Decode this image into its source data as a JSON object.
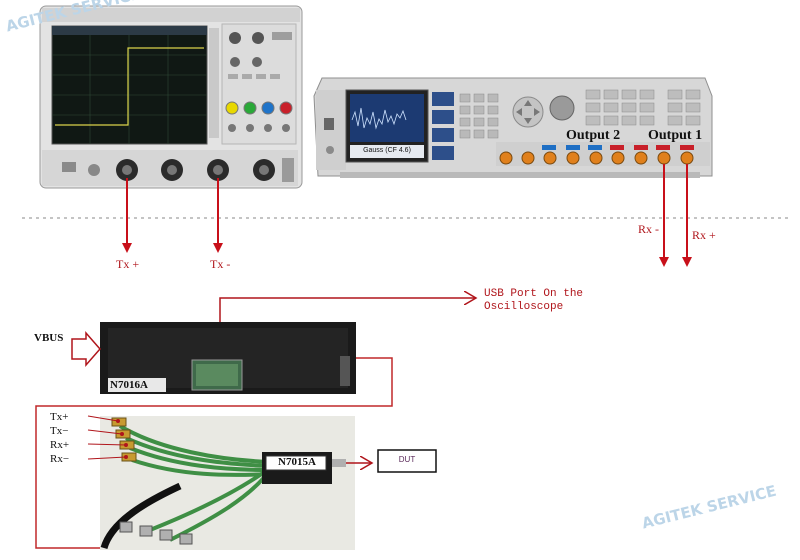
{
  "watermark": {
    "top_left": "AGITEK SERVICE",
    "bottom_right": "AGITEK SERVICE"
  },
  "instruments": {
    "oscilloscope": {
      "screen_trace": "step"
    },
    "generator": {
      "display_menu": "Gauss (CF 4.6)",
      "output2_label": "Output 2",
      "output1_label": "Output 1"
    }
  },
  "connections": {
    "tx_plus": "Tx +",
    "tx_minus": "Tx -",
    "rx_minus": "Rx -",
    "rx_plus": "Rx +",
    "usb_note_line1": "USB Port On the",
    "usb_note_line2": "Oscilloscope",
    "vbus": "VBUS"
  },
  "fixtures": {
    "n7016a": "N7016A",
    "n7015a": "N7015A",
    "dut": "DUT",
    "cable_labels": [
      "Tx+",
      "Tx−",
      "Rx+",
      "Rx−"
    ]
  },
  "colors": {
    "arrow_red": "#c8101a",
    "label_red": "#b0151b",
    "wire_red": "#c0282a",
    "device_black": "#1a1a1a",
    "cable_green": "#3f8f45",
    "watermark": "#bcd5e8"
  }
}
